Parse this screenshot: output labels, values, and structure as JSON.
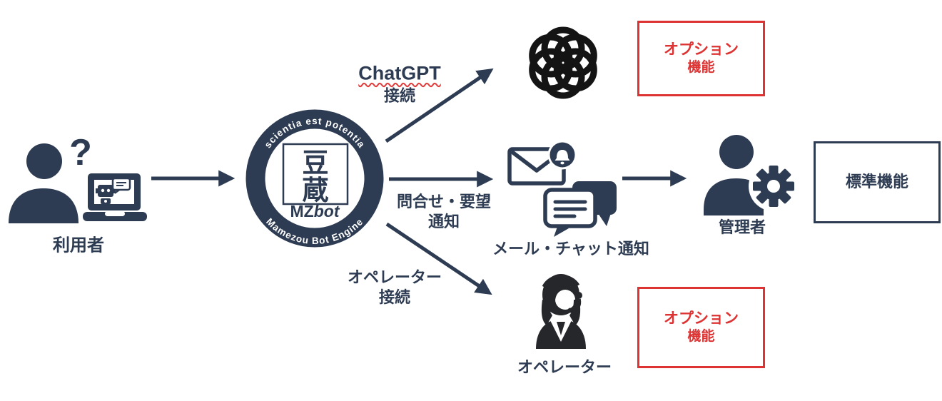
{
  "palette": {
    "navy": "#2e3c53",
    "red": "#dd3333",
    "black": "#141414",
    "operator_black": "#26272b"
  },
  "user": {
    "label": "利用者",
    "question_mark": "?"
  },
  "logo": {
    "arc_top": "scientia est potentia",
    "arc_bottom": "Mamezou Bot Engine",
    "kanji_top": "豆",
    "kanji_bottom": "蔵",
    "mz": "MZ",
    "bot": "bot"
  },
  "connections": {
    "chatgpt": {
      "line1": "ChatGPT",
      "line2": "接続"
    },
    "inquiry": {
      "line1": "問合せ・要望",
      "line2": "通知"
    },
    "operator": {
      "line1": "オペレーター",
      "line2": "接続"
    }
  },
  "nodes": {
    "mail_chat": {
      "label": "メール・チャット通知"
    },
    "admin": {
      "label": "管理者"
    },
    "operator": {
      "label": "オペレーター"
    }
  },
  "boxes": {
    "option_top": {
      "line1": "オプション",
      "line2": "機能"
    },
    "standard": {
      "label": "標準機能"
    },
    "option_bottom": {
      "line1": "オプション",
      "line2": "機能"
    }
  }
}
